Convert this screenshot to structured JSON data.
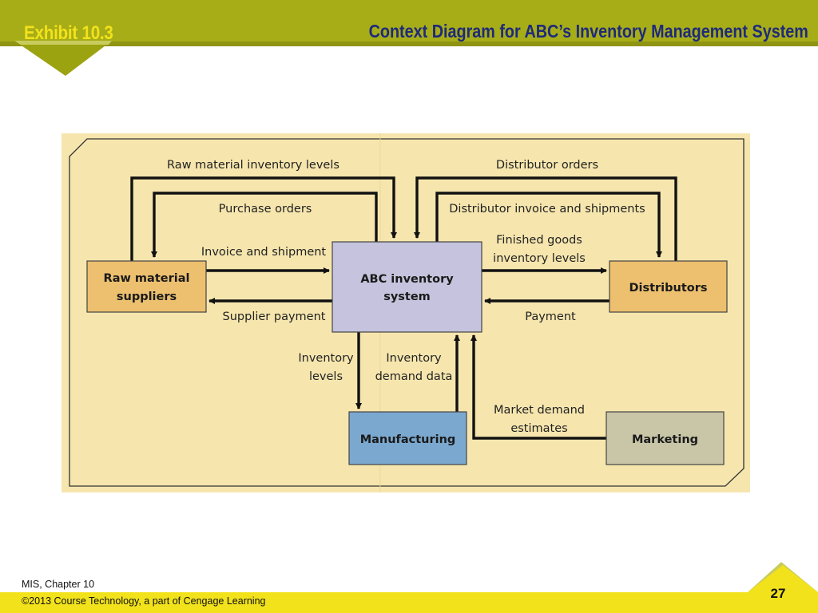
{
  "header": {
    "exhibit": "Exhibit 10.3",
    "title": "Context Diagram for ABC’s Inventory Management System"
  },
  "colors": {
    "header_bar": "#a7ad17",
    "exhibit_text": "#f2e21c",
    "title_text": "#1e2a7a",
    "panel_background": "#f6e6ae",
    "central_node": "#c5c3dd",
    "entity_node": "#edc06f",
    "manufacturing_node": "#7ba8cf",
    "marketing_node": "#c9c6a8",
    "footer_bar": "#f2e21c"
  },
  "diagram": {
    "nodes": {
      "center": {
        "line1": "ABC inventory",
        "line2": "system"
      },
      "suppliers": {
        "line1": "Raw material",
        "line2": "suppliers"
      },
      "distributors": {
        "line1": "Distributors"
      },
      "manufacturing": {
        "line1": "Manufacturing"
      },
      "marketing": {
        "line1": "Marketing"
      }
    },
    "flows": {
      "raw_material_inventory_levels": "Raw material inventory levels",
      "purchase_orders": "Purchase orders",
      "invoice_and_shipment": "Invoice and shipment",
      "supplier_payment": "Supplier payment",
      "distributor_orders": "Distributor orders",
      "distributor_invoice": "Distributor invoice and shipments",
      "finished_goods_1": "Finished goods",
      "finished_goods_2": "inventory levels",
      "payment": "Payment",
      "inventory_levels_1": "Inventory",
      "inventory_levels_2": "levels",
      "inventory_demand_1": "Inventory",
      "inventory_demand_2": "demand data",
      "market_demand_1": "Market demand",
      "market_demand_2": "estimates"
    }
  },
  "footer": {
    "chapter": "MIS, Chapter 10",
    "copyright": "©2013 Course Technology, a part of Cengage Learning",
    "page_number": "27"
  }
}
